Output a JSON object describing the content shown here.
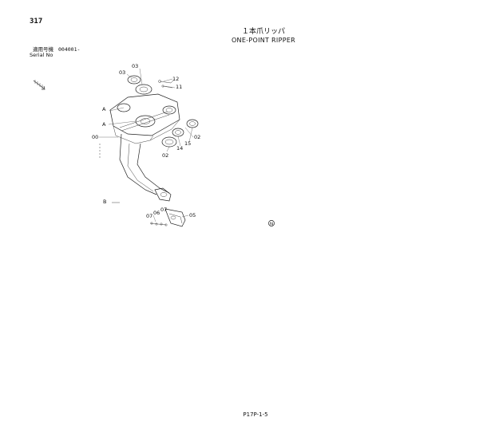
{
  "header": {
    "page_number": "317",
    "title_jp": "１本爪リッパ",
    "title_en": "ONE-POINT RIPPER",
    "serial_label_jp": "適用号機",
    "serial_value": "004001-",
    "serial_label_en": "Serial No"
  },
  "diagram": {
    "callouts": {
      "c03a": "03",
      "c03b": "03",
      "c12": "12",
      "c11": "11",
      "cA1": "A",
      "cA2": "A",
      "c00": "00",
      "c15": "15",
      "c02a": "02",
      "c14": "14",
      "c02b": "02",
      "cB": "B",
      "c07a": "07",
      "c06": "06",
      "c07b": "07",
      "c05": "05"
    },
    "north_arrow": "N"
  },
  "footer": {
    "page_ref": "P17P-1-5"
  }
}
